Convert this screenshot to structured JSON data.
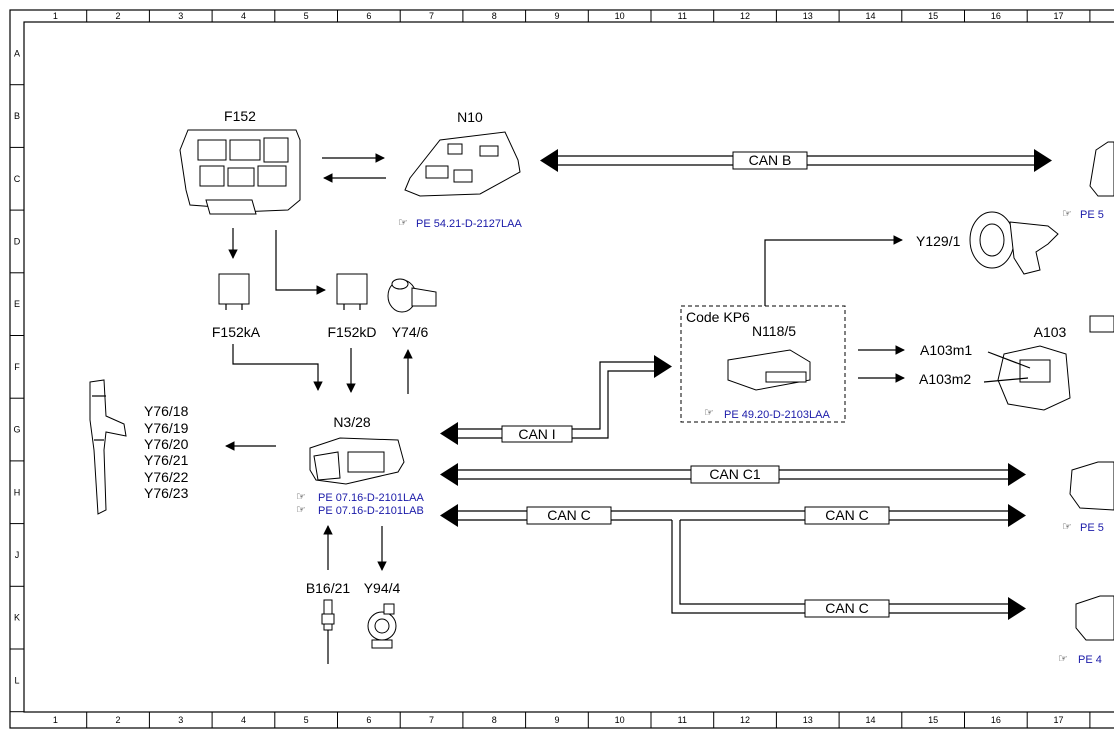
{
  "grid": {
    "columns": [
      "1",
      "2",
      "3",
      "4",
      "5",
      "6",
      "7",
      "8",
      "9",
      "10",
      "11",
      "12",
      "13",
      "14",
      "15",
      "16",
      "17"
    ],
    "rows": [
      "A",
      "B",
      "C",
      "D",
      "E",
      "F",
      "G",
      "H",
      "J",
      "K",
      "L"
    ]
  },
  "components": {
    "f152": "F152",
    "n10": "N10",
    "f152ka": "F152kA",
    "f152kd": "F152kD",
    "y74_6": "Y74/6",
    "n3_28": "N3/28",
    "injectors": [
      "Y76/18",
      "Y76/19",
      "Y76/20",
      "Y76/21",
      "Y76/22",
      "Y76/23"
    ],
    "b16_21": "B16/21",
    "y94_4": "Y94/4",
    "code_kp6": "Code KP6",
    "n118_5": "N118/5",
    "y129_1": "Y129/1",
    "a103": "A103",
    "a103m1": "A103m1",
    "a103m2": "A103m2"
  },
  "buses": {
    "can_b": "CAN B",
    "can_i": "CAN I",
    "can_c1": "CAN C1",
    "can_c_a": "CAN C",
    "can_c_b": "CAN C",
    "can_c_c": "CAN C"
  },
  "refs": {
    "n10": "PE 54.21-D-2127LAA",
    "n118": "PE 49.20-D-2103LAA",
    "n3_a": "PE 07.16-D-2101LAA",
    "n3_b": "PE 07.16-D-2101LAB",
    "right1": "PE 5",
    "right2": "PE 5",
    "right3": "PE 4"
  },
  "colors": {
    "link": "#1a1aa8",
    "line": "#000000"
  }
}
